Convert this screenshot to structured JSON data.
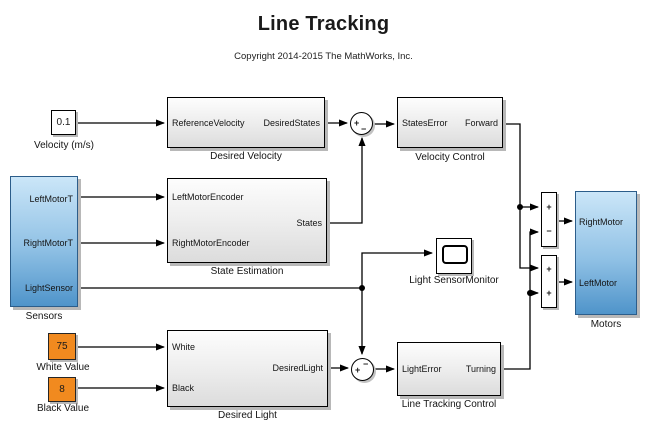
{
  "title": "Line Tracking",
  "subtitle": "Copyright 2014-2015 The MathWorks, Inc.",
  "blocks": {
    "velocity": {
      "value": "0.1",
      "label": "Velocity (m/s)"
    },
    "desired_velocity": {
      "label": "Desired Velocity",
      "ports": {
        "in1": "ReferenceVelocity",
        "out1": "DesiredStates"
      }
    },
    "sum_velocity": {
      "plus": "+",
      "minus": "−"
    },
    "velocity_control": {
      "label": "Velocity Control",
      "ports": {
        "in1": "StatesError",
        "out1": "Forward"
      }
    },
    "sensors": {
      "label": "Sensors",
      "ports": {
        "out1": "LeftMotorT",
        "out2": "RightMotorT",
        "out3": "LightSensor"
      }
    },
    "state_estimation": {
      "label": "State Estimation",
      "ports": {
        "in1": "LeftMotorEncoder",
        "in2": "RightMotorEncoder",
        "out1": "States"
      }
    },
    "scope": {
      "label": "Light SensorMonitor"
    },
    "white_value": {
      "value": "75",
      "label": "White Value"
    },
    "black_value": {
      "value": "8",
      "label": "Black Value"
    },
    "desired_light": {
      "label": "Desired Light",
      "ports": {
        "in1": "White",
        "in2": "Black",
        "out1": "DesiredLight"
      }
    },
    "sum_light": {
      "plus": "+",
      "minus": "−"
    },
    "line_tracking_control": {
      "label": "Line Tracking Control",
      "ports": {
        "in1": "LightError",
        "out1": "Turning"
      }
    },
    "sum_right_motor": {
      "sign1": "+",
      "sign2": "−"
    },
    "sum_left_motor": {
      "sign1": "+",
      "sign2": "+"
    },
    "motors": {
      "label": "Motors",
      "ports": {
        "in1": "RightMotor",
        "in2": "LeftMotor"
      }
    }
  },
  "colors": {
    "blue_top": "#cbe6f8",
    "blue_bottom": "#4f94ca",
    "blue_border": "#2c5d8a",
    "orange": "#f18a1f",
    "block_shadow": "#b8b8b8",
    "wire": "#000000"
  }
}
